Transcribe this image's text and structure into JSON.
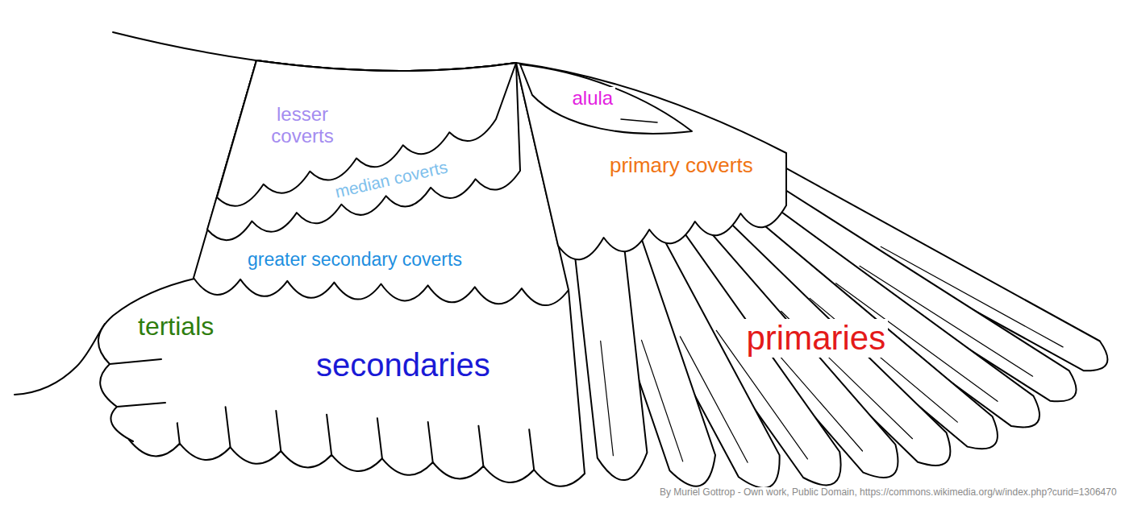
{
  "diagram": {
    "labels": [
      "lesser coverts",
      "median coverts",
      "alula",
      "primary coverts",
      "greater secondary coverts",
      "tertials",
      "secondaries",
      "primaries",
      "By Muriel Gottrop - Own work, Public Domain, https://commons.wikimedia.org/w/index.php?curid=1306470"
    ]
  }
}
